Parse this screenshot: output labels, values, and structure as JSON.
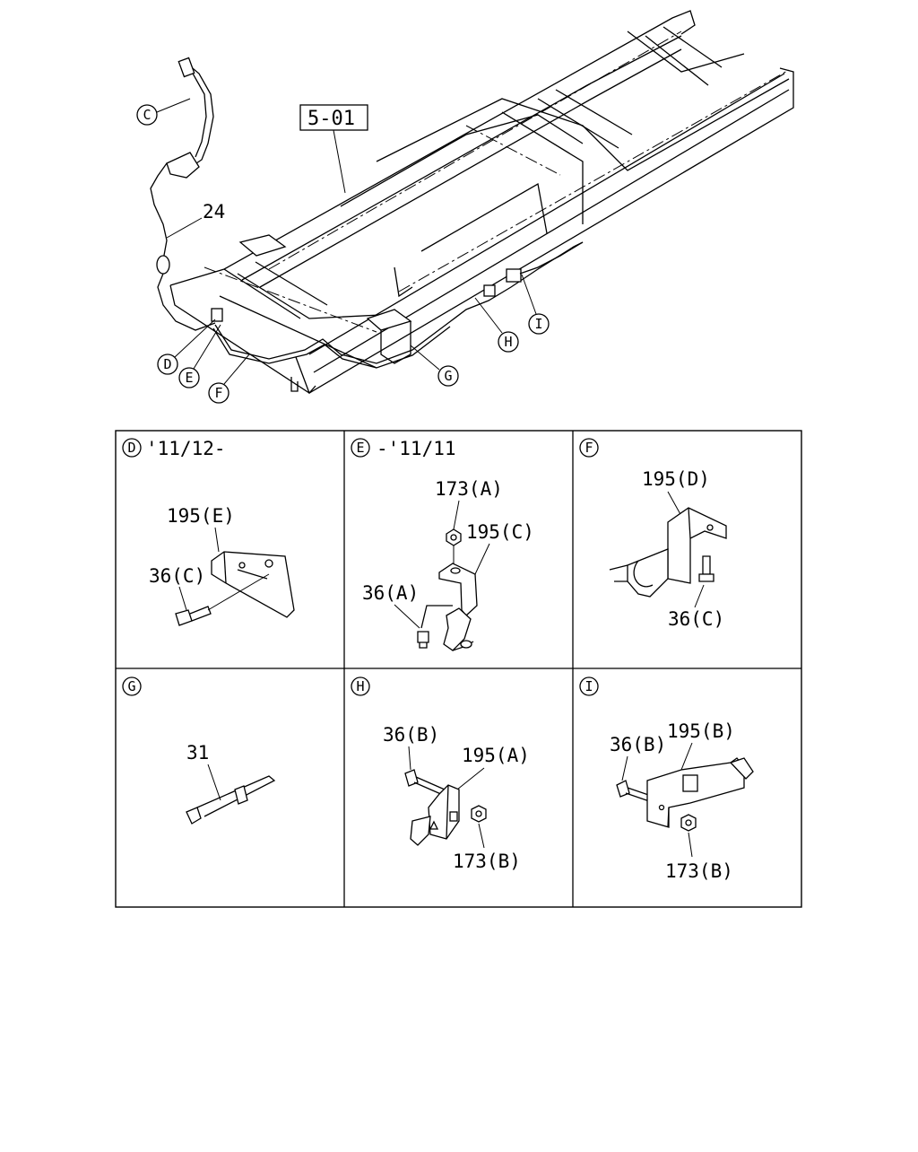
{
  "main_view": {
    "ref_box": "5-01",
    "wire_label": "24",
    "callouts": {
      "c": "C",
      "d": "D",
      "e": "E",
      "f": "F",
      "g": "G",
      "h": "H",
      "i": "I"
    }
  },
  "details": [
    {
      "letter": "D",
      "title": "'11/12-",
      "parts": [
        "195(E)",
        "36(C)"
      ]
    },
    {
      "letter": "E",
      "title": "-'11/11",
      "parts": [
        "173(A)",
        "195(C)",
        "36(A)"
      ]
    },
    {
      "letter": "F",
      "title": "",
      "parts": [
        "195(D)",
        "36(C)"
      ]
    },
    {
      "letter": "G",
      "title": "",
      "parts": [
        "31"
      ]
    },
    {
      "letter": "H",
      "title": "",
      "parts": [
        "36(B)",
        "195(A)",
        "173(B)"
      ]
    },
    {
      "letter": "I",
      "title": "",
      "parts": [
        "36(B)",
        "195(B)",
        "173(B)"
      ]
    }
  ]
}
